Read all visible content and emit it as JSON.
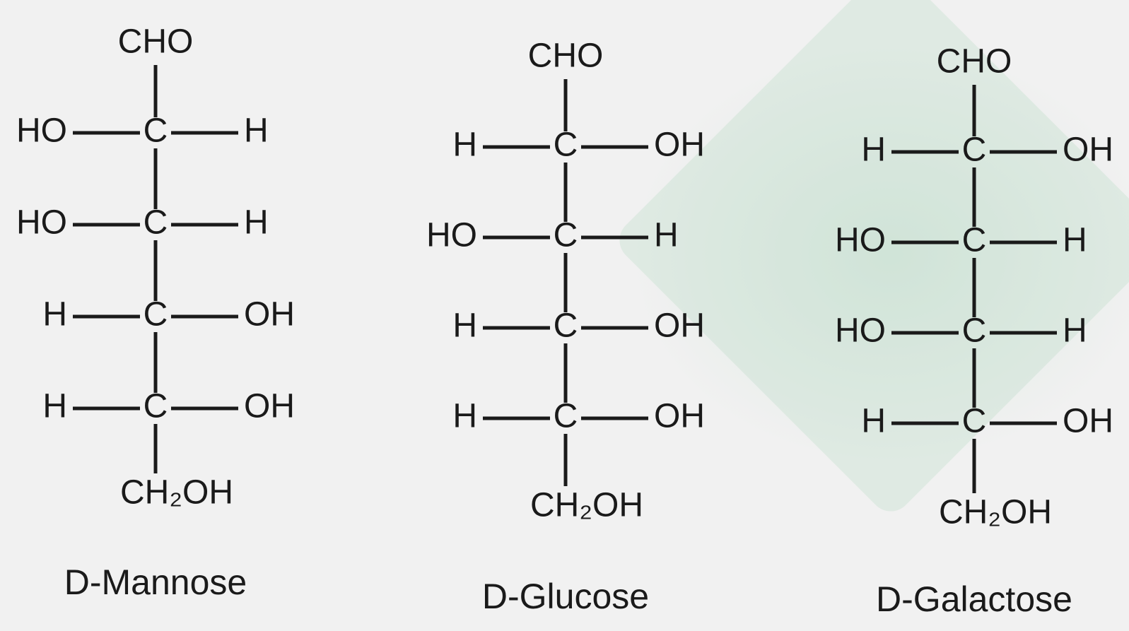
{
  "structures": [
    {
      "top": "CHO",
      "rows": [
        {
          "left": "HO",
          "right": "H"
        },
        {
          "left": "HO",
          "right": "H"
        },
        {
          "left": "H",
          "right": "OH"
        },
        {
          "left": "H",
          "right": "OH"
        }
      ],
      "bottom": "CH₂OH",
      "name": "D-Mannose"
    },
    {
      "top": "CHO",
      "rows": [
        {
          "left": "H",
          "right": "OH"
        },
        {
          "left": "HO",
          "right": "H"
        },
        {
          "left": "H",
          "right": "OH"
        },
        {
          "left": "H",
          "right": "OH"
        }
      ],
      "bottom": "CH₂OH",
      "name": "D-Glucose"
    },
    {
      "top": "CHO",
      "rows": [
        {
          "left": "H",
          "right": "OH"
        },
        {
          "left": "HO",
          "right": "H"
        },
        {
          "left": "HO",
          "right": "H"
        },
        {
          "left": "H",
          "right": "OH"
        }
      ],
      "bottom": "CH₂OH",
      "name": "D-Galactose"
    }
  ],
  "carbon_symbol": "C"
}
